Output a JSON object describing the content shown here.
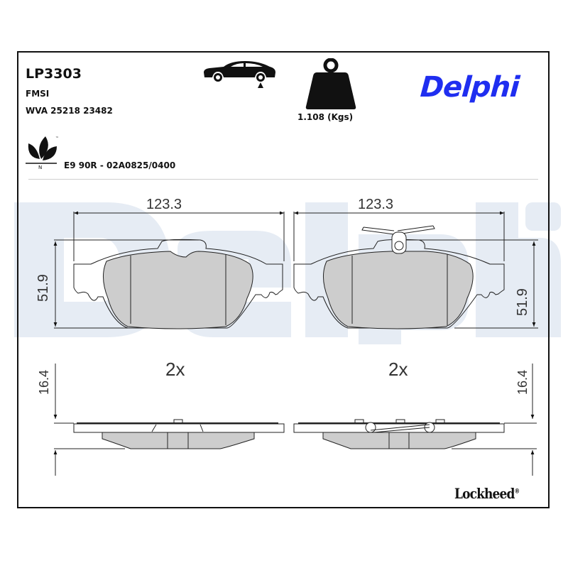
{
  "header": {
    "part_number": "LP3303",
    "fmsi_label": "FMSI",
    "wva": "WVA 25218 23482",
    "weight": "1.108 (Kgs)",
    "approval": "E9 90R - 02A0825/0400",
    "eco_mark_letter": "N",
    "eco_mark_tm": "™"
  },
  "brand": {
    "logo": "Delphi",
    "watermark": "Delphi",
    "footer_logo": "Lockheed",
    "footer_registered": "®",
    "colors": {
      "delphi_blue": "#1f2ef0",
      "watermark": "#e6ecf4",
      "pad_fill": "#cdcdcd",
      "line": "#222222"
    }
  },
  "icons": {
    "axle_position": "car-rear-axle-icon",
    "weight": "weight-icon",
    "eco": "eco-leaf-icon"
  },
  "drawing": {
    "left_pad": {
      "width_dim": "123.3",
      "height_dim": "51.9",
      "quantity": "2x",
      "thickness_dim": "16.4"
    },
    "right_pad": {
      "width_dim": "123.3",
      "height_dim": "51.9",
      "quantity": "2x",
      "thickness_dim": "16.4"
    }
  }
}
